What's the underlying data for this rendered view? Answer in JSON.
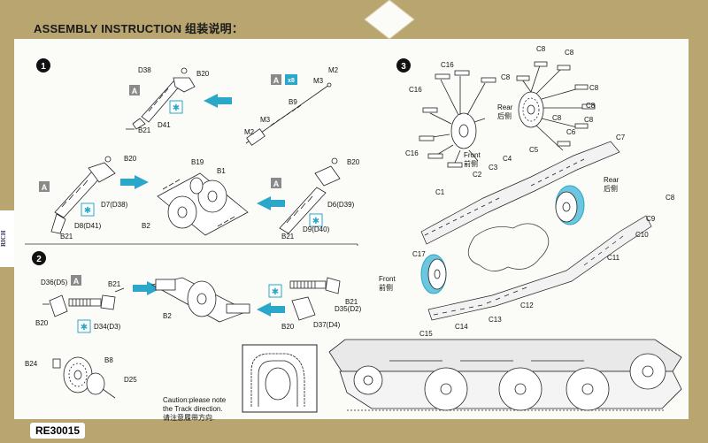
{
  "header": {
    "title": "ASSEMBLY  INSTRUCTION  组装说明："
  },
  "footer": {
    "code": "RE30015"
  },
  "side_tab": {
    "text": "RICH"
  },
  "steps": {
    "s1": "1",
    "s2": "2",
    "s3": "3"
  },
  "step1": {
    "parts_a": "A",
    "qty": "x8",
    "labels": {
      "D38": "D38",
      "B20a": "B20",
      "D41": "D41",
      "B21a": "B21",
      "M2a": "M2",
      "M3a": "M3",
      "B9": "B9",
      "M3b": "M3",
      "M2b": "M2",
      "B20b": "B20",
      "D7D38": "D7(D38)",
      "D8D41": "D8(D41)",
      "B21b": "B21",
      "B19": "B19",
      "B1": "B1",
      "B2": "B2",
      "B20c": "B20",
      "D6D39": "D6(D39)",
      "D9D40": "D9(D40)",
      "B21c": "B21"
    }
  },
  "step2": {
    "labels": {
      "D36D5": "D36(D5)",
      "B20": "B20",
      "D34D3": "D34(D3)",
      "B21": "B21",
      "B2": "B2",
      "B21b": "B21",
      "D35D2": "D35(D2)",
      "B20b": "B20",
      "D37D4": "D37(D4)",
      "B24": "B24",
      "B8": "B8",
      "D25": "D25"
    }
  },
  "step3": {
    "labels": {
      "C16a": "C16",
      "C16b": "C16",
      "C16c": "C16",
      "C8a": "C8",
      "C8b": "C8",
      "C8c": "C8",
      "C8d": "C8",
      "C8e": "C8",
      "C8f": "C8",
      "C8g": "C8",
      "rear1": "Rear",
      "rear1cn": "后侧",
      "front1": "Front",
      "front1cn": "前侧",
      "C6": "C6",
      "C7": "C7",
      "C5": "C5",
      "C4": "C4",
      "C3": "C3",
      "C2": "C2",
      "C1": "C1",
      "rear2": "Rear",
      "rear2cn": "后侧",
      "C8h": "C8",
      "C9": "C9",
      "C10": "C10",
      "C11": "C11",
      "C17": "C17",
      "front2": "Front",
      "front2cn": "前侧",
      "C12": "C12",
      "C13": "C13",
      "C14": "C14",
      "C15": "C15"
    }
  },
  "caution": {
    "line1": "Caution:please note",
    "line2": "the Track direction.",
    "line3": "请注意履带方向."
  },
  "colors": {
    "frame": "#b9a56f",
    "paper": "#fbfbf7",
    "arrow": "#2aa7c9",
    "highlight": "#6cc6e0",
    "box_a": "#8a8a8a"
  }
}
